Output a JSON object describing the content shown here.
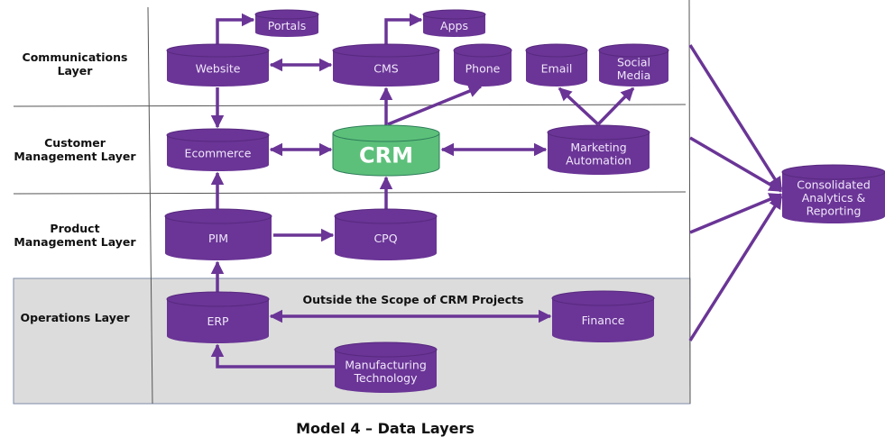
{
  "caption": "Model 4 – Data Layers",
  "scope_note": "Outside the Scope of CRM Projects",
  "colors": {
    "node": "#6a3596",
    "node_top": "#6f3a9c",
    "node_edge": "#58297f",
    "crm": "#5cc07a",
    "crm_edge": "#2e7d5a",
    "arrow": "#6a3596",
    "ops_bg": "#dcdcdc"
  },
  "layers": [
    {
      "id": "communications",
      "lines": [
        "Communications",
        "Layer"
      ]
    },
    {
      "id": "customer",
      "lines": [
        "Customer",
        "Management Layer"
      ]
    },
    {
      "id": "product",
      "lines": [
        "Product",
        "Management Layer"
      ]
    },
    {
      "id": "operations",
      "lines": [
        "Operations Layer"
      ]
    }
  ],
  "nodes": {
    "portals": {
      "lines": [
        "Portals"
      ]
    },
    "apps": {
      "lines": [
        "Apps"
      ]
    },
    "website": {
      "lines": [
        "Website"
      ]
    },
    "cms": {
      "lines": [
        "CMS"
      ]
    },
    "phone": {
      "lines": [
        "Phone"
      ]
    },
    "email": {
      "lines": [
        "Email"
      ]
    },
    "social": {
      "lines": [
        "Social",
        "Media"
      ]
    },
    "ecommerce": {
      "lines": [
        "Ecommerce"
      ]
    },
    "crm": {
      "lines": [
        "CRM"
      ]
    },
    "marketing": {
      "lines": [
        "Marketing",
        "Automation"
      ]
    },
    "pim": {
      "lines": [
        "PIM"
      ]
    },
    "cpq": {
      "lines": [
        "CPQ"
      ]
    },
    "erp": {
      "lines": [
        "ERP"
      ]
    },
    "finance": {
      "lines": [
        "Finance"
      ]
    },
    "manufacturing": {
      "lines": [
        "Manufacturing",
        "Technology"
      ]
    },
    "analytics": {
      "lines": [
        "Consolidated",
        "Analytics &",
        "Reporting"
      ]
    }
  },
  "connections": [
    {
      "from": "website",
      "to": "portals",
      "type": "one-way"
    },
    {
      "from": "cms",
      "to": "apps",
      "type": "one-way"
    },
    {
      "from": "website",
      "to": "cms",
      "type": "two-way"
    },
    {
      "from": "website",
      "to": "ecommerce",
      "type": "one-way"
    },
    {
      "from": "crm",
      "to": "cms",
      "type": "one-way"
    },
    {
      "from": "crm",
      "to": "phone",
      "type": "one-way"
    },
    {
      "from": "ecommerce",
      "to": "crm",
      "type": "two-way"
    },
    {
      "from": "crm",
      "to": "marketing",
      "type": "two-way"
    },
    {
      "from": "marketing",
      "to": "email",
      "type": "one-way"
    },
    {
      "from": "marketing",
      "to": "social",
      "type": "one-way"
    },
    {
      "from": "pim",
      "to": "ecommerce",
      "type": "one-way"
    },
    {
      "from": "cpq",
      "to": "crm",
      "type": "one-way"
    },
    {
      "from": "pim",
      "to": "cpq",
      "type": "one-way"
    },
    {
      "from": "erp",
      "to": "pim",
      "type": "one-way"
    },
    {
      "from": "erp",
      "to": "finance",
      "type": "two-way"
    },
    {
      "from": "manufacturing",
      "to": "erp",
      "type": "one-way"
    },
    {
      "from": "layer-communications",
      "to": "analytics",
      "type": "one-way"
    },
    {
      "from": "layer-customer",
      "to": "analytics",
      "type": "one-way"
    },
    {
      "from": "layer-product",
      "to": "analytics",
      "type": "one-way"
    },
    {
      "from": "layer-operations",
      "to": "analytics",
      "type": "one-way"
    }
  ]
}
